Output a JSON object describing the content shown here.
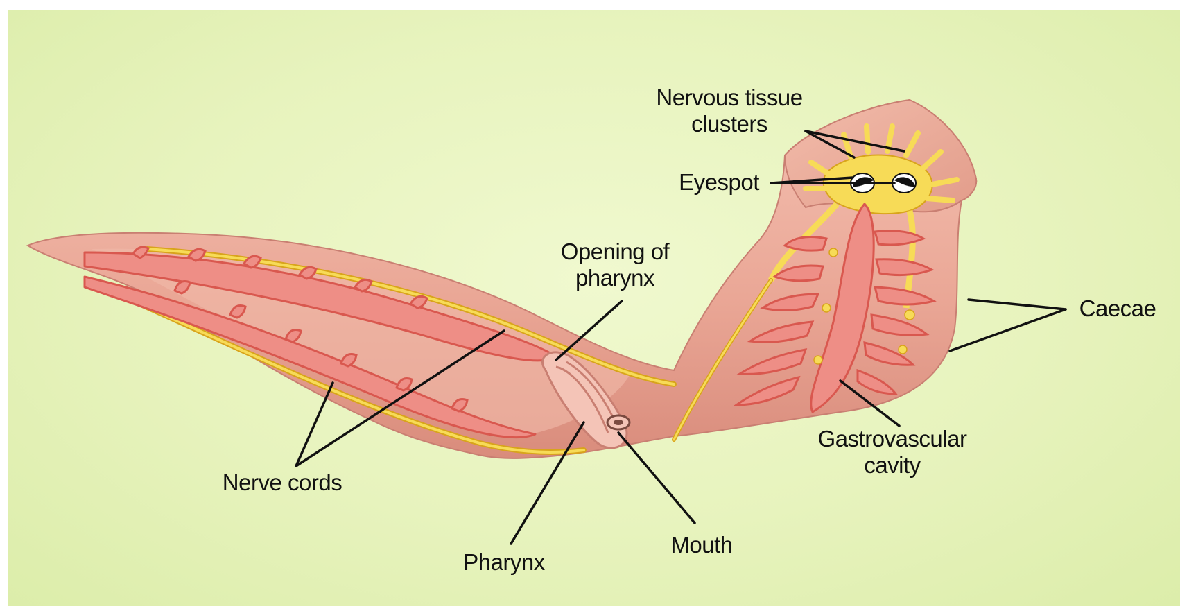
{
  "labels": {
    "nervous_tissue_clusters_l1": "Nervous tissue",
    "nervous_tissue_clusters_l2": "clusters",
    "eyespot": "Eyespot",
    "opening_of_pharynx_l1": "Opening of",
    "opening_of_pharynx_l2": "pharynx",
    "caecae": "Caecae",
    "gastrovascular_cavity_l1": "Gastrovascular",
    "gastrovascular_cavity_l2": "cavity",
    "nerve_cords": "Nerve cords",
    "pharynx": "Pharynx",
    "mouth": "Mouth"
  },
  "colors": {
    "background": "#e7f3bd",
    "body_outer": "#e8a596",
    "body_inner": "#f2b4a4",
    "gut": "#ee8e86",
    "gut_outline": "#d9584f",
    "nerve": "#f6d34a",
    "nerve_dark": "#d8a41b",
    "leader_line": "#111111"
  }
}
